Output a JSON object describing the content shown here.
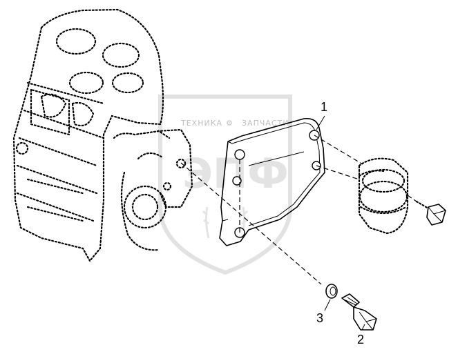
{
  "watermark": {
    "top_left": "ТЕХНИКА",
    "top_right": "ЗАПЧАСТИ",
    "logo": "ЭПФ"
  },
  "callouts": [
    {
      "label": "1"
    },
    {
      "label": "2"
    },
    {
      "label": "3"
    }
  ]
}
